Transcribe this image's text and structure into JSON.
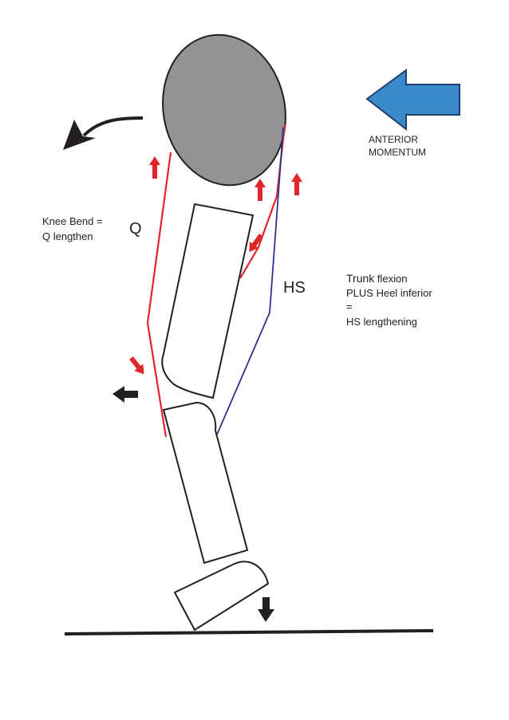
{
  "labels": {
    "anterior_momentum_line1": "ANTERIOR",
    "anterior_momentum_line2": "MOMENTUM",
    "knee_bend_line1": "Knee Bend =",
    "knee_bend_line2": "Q lengthen",
    "q_label": "Q",
    "hs_label": "HS",
    "trunk_word": "Trunk",
    "flexion_word": " flexion",
    "plus_heel": "PLUS  Heel inferior",
    "equals": "=",
    "hs_lengthening": "HS lengthening"
  },
  "colors": {
    "body_outline": "#231f20",
    "head_fill": "#939393",
    "quadriceps_line": "#e0262b",
    "hamstring_line": "#2b3390",
    "muscle_arrow": "#e0262b",
    "movement_arrow": "#231f20",
    "momentum_arrow_fill": "#3a89c9",
    "momentum_arrow_stroke": "#1f3f6e"
  },
  "icons": {
    "momentum": "big-left-arrow-icon",
    "rotation": "curved-left-arrow-icon",
    "muscle_force": "small-red-arrow-icon",
    "displacement": "small-black-arrow-icon"
  }
}
